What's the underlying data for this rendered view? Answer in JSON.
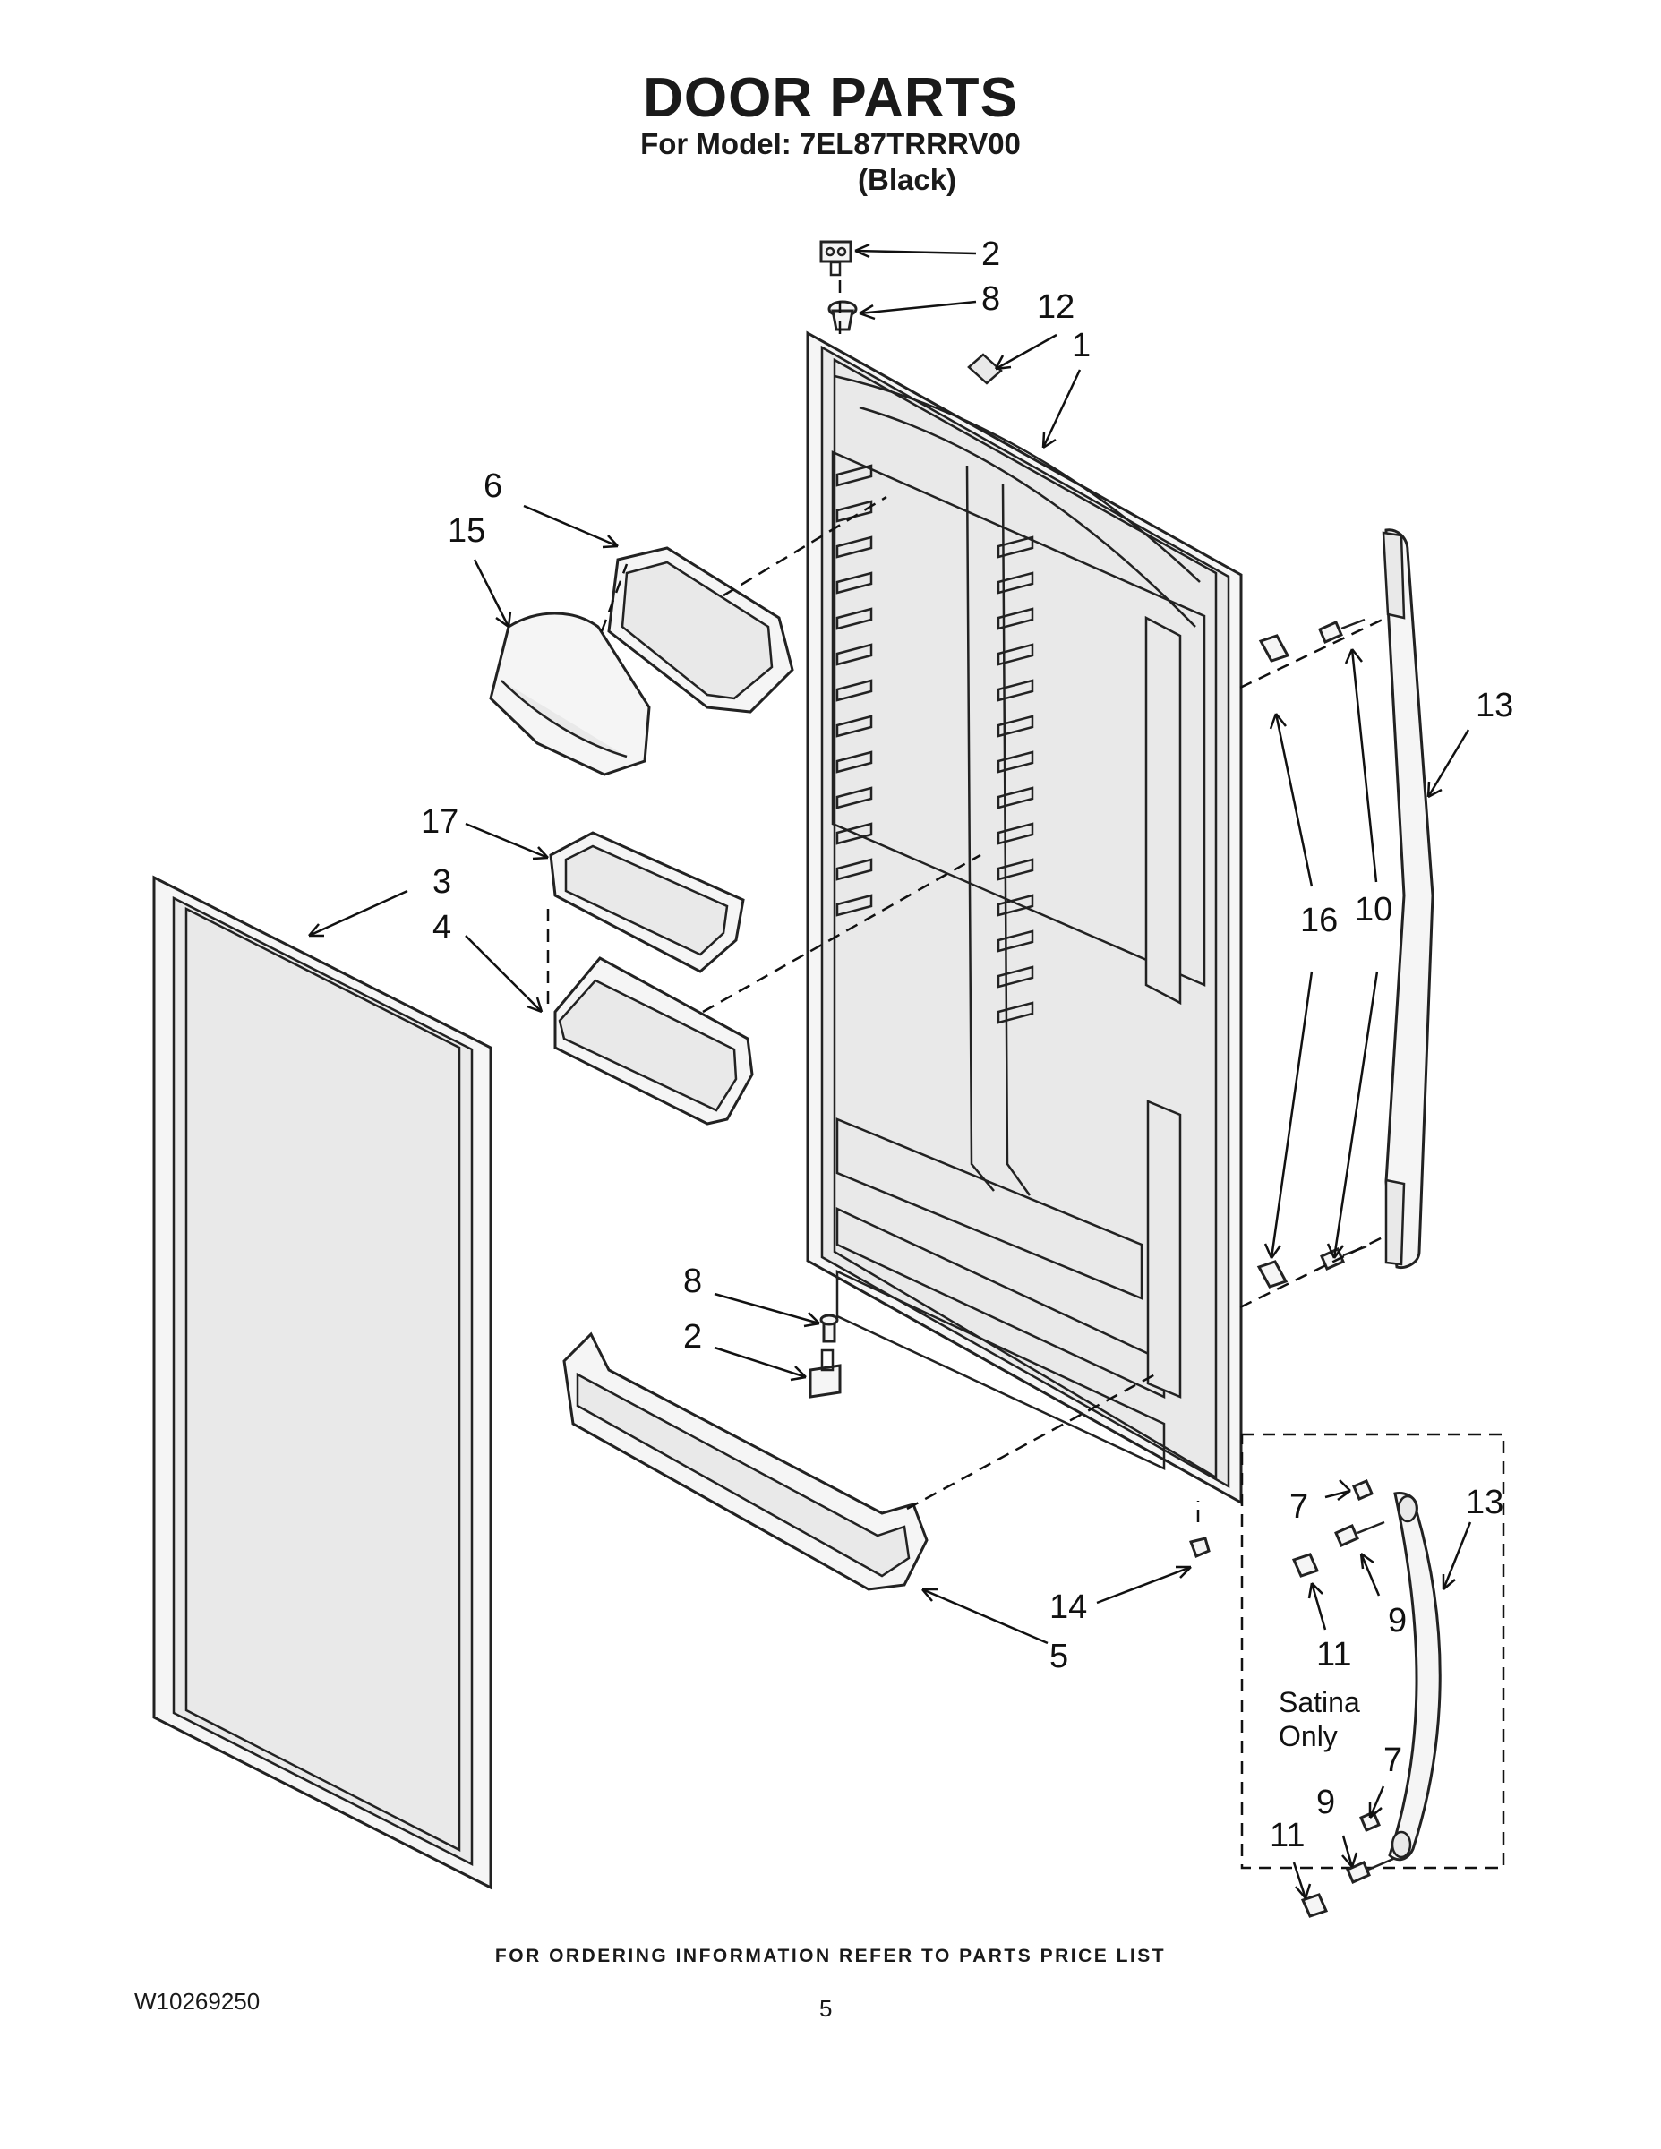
{
  "header": {
    "title": "DOOR PARTS",
    "model_line": "For Model: 7EL87TRRRV00",
    "variant": "(Black)"
  },
  "callouts": {
    "c1": "1",
    "c2_top": "2",
    "c8_top": "8",
    "c12": "12",
    "c6": "6",
    "c15": "15",
    "c17": "17",
    "c3": "3",
    "c4": "4",
    "c13": "13",
    "c16": "16",
    "c10": "10",
    "c8_bottom": "8",
    "c2_bottom": "2",
    "c14": "14",
    "c5": "5"
  },
  "inset": {
    "note_line1": "Satina",
    "note_line2": "Only",
    "c7_top": "7",
    "c13": "13",
    "c9_top": "9",
    "c11_top": "11",
    "c7_bottom": "7",
    "c9_bottom": "9",
    "c11_bottom": "11"
  },
  "footer": {
    "ordering_note": "FOR ORDERING INFORMATION REFER TO PARTS PRICE LIST",
    "doc_number": "W10269250",
    "page_number": "5"
  }
}
